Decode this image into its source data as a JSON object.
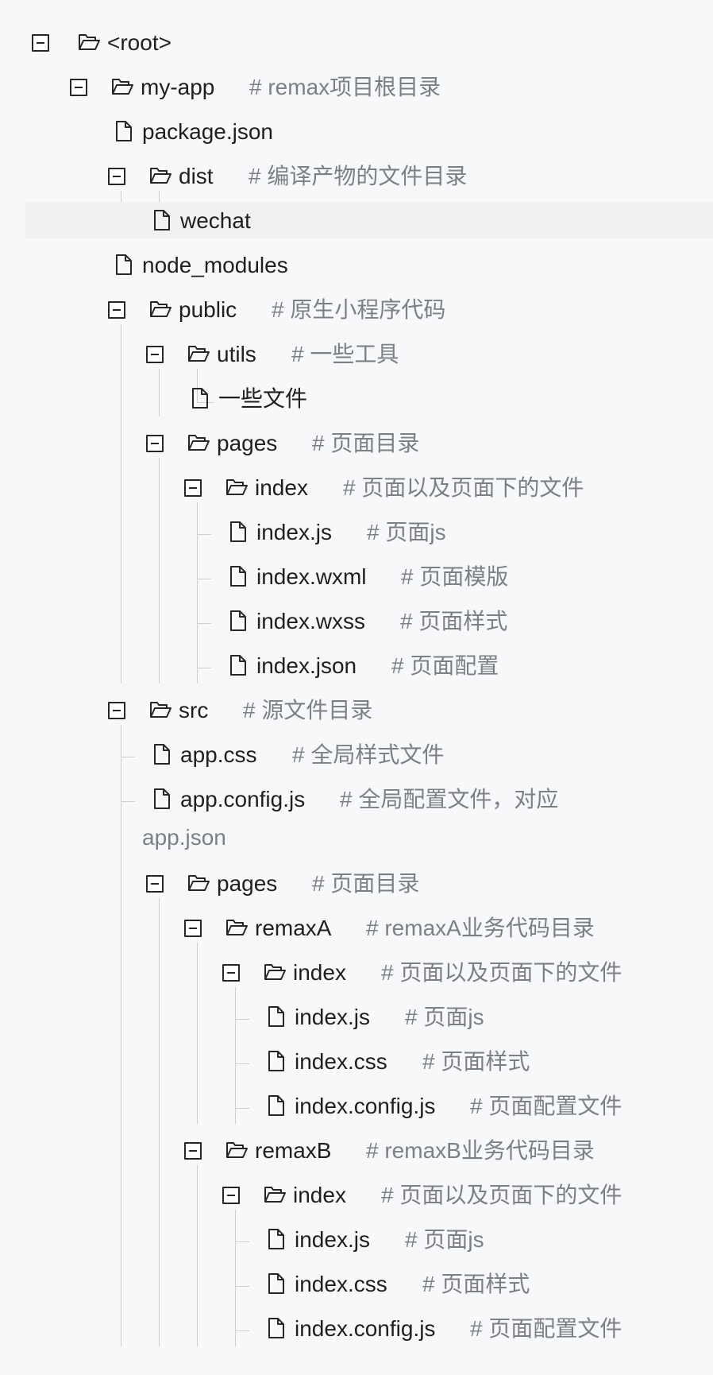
{
  "tree": {
    "rows": [
      {
        "depth": 0,
        "type": "folder",
        "name": "<root>",
        "comment": ""
      },
      {
        "depth": 1,
        "type": "folder",
        "name": "my-app",
        "comment": "# remax项目根目录"
      },
      {
        "depth": 2,
        "type": "file",
        "name": "package.json",
        "comment": ""
      },
      {
        "depth": 2,
        "type": "folder",
        "name": "dist",
        "comment": "# 编译产物的文件目录"
      },
      {
        "depth": 3,
        "type": "file",
        "name": "wechat",
        "comment": "",
        "highlighted": true
      },
      {
        "depth": 2,
        "type": "file",
        "name": "node_modules",
        "comment": ""
      },
      {
        "depth": 2,
        "type": "folder",
        "name": "public",
        "comment": "# 原生小程序代码"
      },
      {
        "depth": 3,
        "type": "folder",
        "name": "utils",
        "comment": "# 一些工具"
      },
      {
        "depth": 4,
        "type": "file",
        "name": "一些文件",
        "comment": ""
      },
      {
        "depth": 3,
        "type": "folder",
        "name": "pages",
        "comment": "# 页面目录"
      },
      {
        "depth": 4,
        "type": "folder",
        "name": "index",
        "comment": "# 页面以及页面下的文件"
      },
      {
        "depth": 5,
        "type": "file",
        "name": "index.js",
        "comment": "# 页面js"
      },
      {
        "depth": 5,
        "type": "file",
        "name": "index.wxml",
        "comment": "# 页面模版"
      },
      {
        "depth": 5,
        "type": "file",
        "name": "index.wxss",
        "comment": "# 页面样式"
      },
      {
        "depth": 5,
        "type": "file",
        "name": "index.json",
        "comment": "# 页面配置"
      },
      {
        "depth": 2,
        "type": "folder",
        "name": "src",
        "comment": "# 源文件目录"
      },
      {
        "depth": 3,
        "type": "file",
        "name": "app.css",
        "comment": "# 全局样式文件"
      },
      {
        "depth": 3,
        "type": "file",
        "name": "app.config.js",
        "comment": "# 全局配置文件，对应",
        "comment_wrap": "app.json"
      },
      {
        "depth": 3,
        "type": "folder",
        "name": "pages",
        "comment": "# 页面目录"
      },
      {
        "depth": 4,
        "type": "folder",
        "name": "remaxA",
        "comment": "# remaxA业务代码目录"
      },
      {
        "depth": 5,
        "type": "folder",
        "name": "index",
        "comment": "# 页面以及页面下的文件"
      },
      {
        "depth": 6,
        "type": "file",
        "name": "index.js",
        "comment": "# 页面js"
      },
      {
        "depth": 6,
        "type": "file",
        "name": "index.css",
        "comment": "# 页面样式"
      },
      {
        "depth": 6,
        "type": "file",
        "name": "index.config.js",
        "comment": "# 页面配置文件"
      },
      {
        "depth": 4,
        "type": "folder",
        "name": "remaxB",
        "comment": "# remaxB业务代码目录"
      },
      {
        "depth": 5,
        "type": "folder",
        "name": "index",
        "comment": "# 页面以及页面下的文件"
      },
      {
        "depth": 6,
        "type": "file",
        "name": "index.js",
        "comment": "# 页面js"
      },
      {
        "depth": 6,
        "type": "file",
        "name": "index.css",
        "comment": "# 页面样式"
      },
      {
        "depth": 6,
        "type": "file",
        "name": "index.config.js",
        "comment": "# 页面配置文件"
      }
    ]
  },
  "colors": {
    "background": "#f7f8fa",
    "name_text": "#1f1f1f",
    "comment_text": "#7d7f87",
    "guide_line": "#cfcfcf",
    "highlight_row": "#f1f1f1"
  },
  "icons": {
    "folder": "folder-open-icon",
    "file": "file-icon",
    "toggle": "collapse-toggle-icon"
  }
}
